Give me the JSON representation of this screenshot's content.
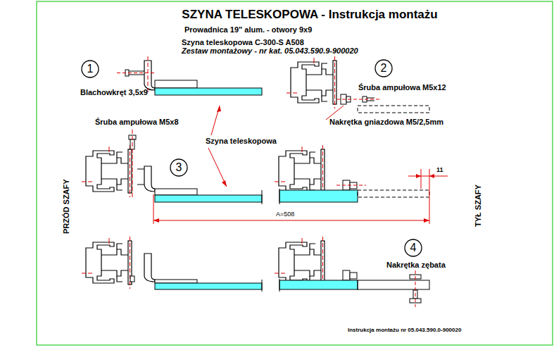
{
  "diagram": {
    "title": "SZYNA TELESKOPOWA - Instrukcja montażu",
    "nodes": [
      {
        "text": [
          "1"
        ]
      },
      {
        "text": [
          "2"
        ]
      },
      {
        "text": [
          "3"
        ]
      },
      {
        "text": [
          "4"
        ]
      }
    ],
    "labels": [
      "Prowadnica 19\" alum. - otwory 9x9",
      "Szyna teleskopowa C-300-S  A508",
      "Zestaw montażowy - nr kat. 05.043.590.9-900020",
      "Blachowkręt 3,5x9",
      "Śruba ampułowa M5x12",
      "Nakrętka gniazdowa M5/2,5mm",
      "Śruba ampułowa M5x8",
      "Szyna teleskopowa",
      "11",
      "A=508",
      "PRZÓD SZAFY",
      "TYŁ SZAFY",
      "Nakrętka zębata",
      "Instrukcja montażu nr 05.043.590.0-900020"
    ]
  }
}
